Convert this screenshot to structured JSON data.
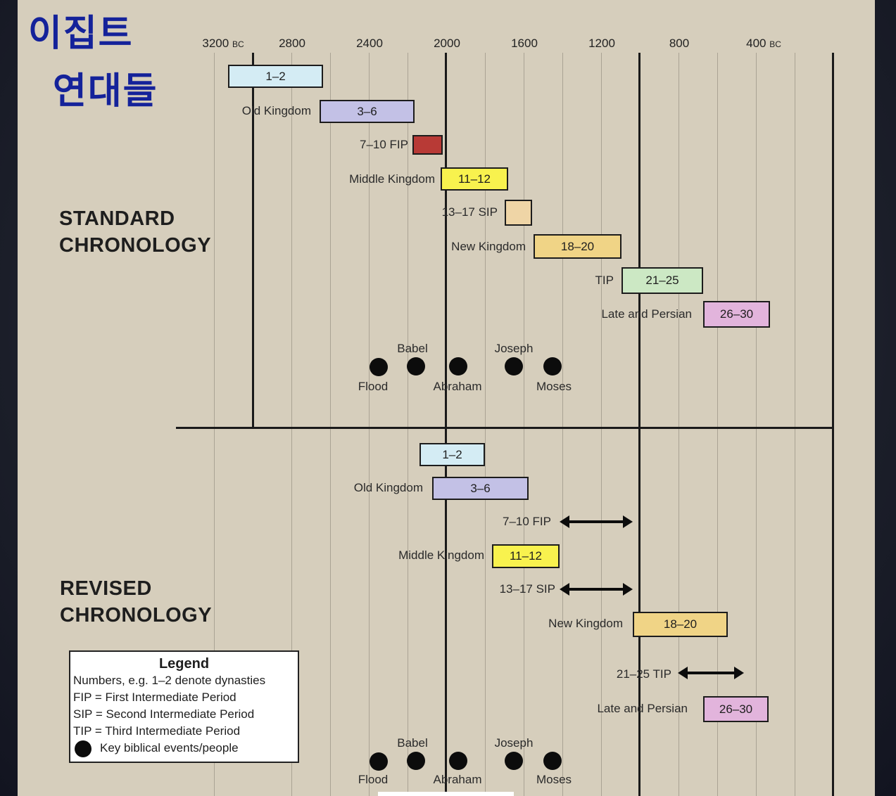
{
  "title": {
    "line1": "이집트",
    "line2": "연대들"
  },
  "axis_ticks": [
    {
      "year": "3200",
      "era": "BC"
    },
    {
      "year": "2800",
      "era": ""
    },
    {
      "year": "2400",
      "era": ""
    },
    {
      "year": "2000",
      "era": ""
    },
    {
      "year": "1600",
      "era": ""
    },
    {
      "year": "1200",
      "era": ""
    },
    {
      "year": "800",
      "era": ""
    },
    {
      "year": "400",
      "era": "BC"
    }
  ],
  "sections": {
    "standard": {
      "line1": "STANDARD",
      "line2": "CHRONOLOGY"
    },
    "revised": {
      "line1": "REVISED",
      "line2": "CHRONOLOGY"
    }
  },
  "colors": {
    "dyn_1_2": "#d4ecf4",
    "dyn_3_6": "#c3c1e6",
    "fip": "#b83a36",
    "dyn_11_12": "#f8f24e",
    "sip": "#efd5a6",
    "dyn_18_20": "#f0d486",
    "tip": "#cce8c4",
    "dyn_26_30": "#e2b4dc",
    "title_blue": "#14229a"
  },
  "standard_rows": [
    {
      "label": "",
      "box": "1–2",
      "color": "dyn_1_2"
    },
    {
      "label": "Old Kingdom",
      "box": "3–6",
      "color": "dyn_3_6"
    },
    {
      "label": "7–10  FIP",
      "box": "",
      "color": "fip"
    },
    {
      "label": "Middle Kingdom",
      "box": "11–12",
      "color": "dyn_11_12"
    },
    {
      "label": "13–17  SIP",
      "box": "",
      "color": "sip"
    },
    {
      "label": "New Kingdom",
      "box": "18–20",
      "color": "dyn_18_20"
    },
    {
      "label": "TIP",
      "box": "21–25",
      "color": "tip"
    },
    {
      "label": "Late and Persian",
      "box": "26–30",
      "color": "dyn_26_30"
    }
  ],
  "revised_rows": [
    {
      "label": "",
      "box": "1–2",
      "color": "dyn_1_2"
    },
    {
      "label": "Old Kingdom",
      "box": "3–6",
      "color": "dyn_3_6"
    },
    {
      "label": "7–10  FIP",
      "box": ""
    },
    {
      "label": "Middle Kingdom",
      "box": "11–12",
      "color": "dyn_11_12"
    },
    {
      "label": "13–17  SIP",
      "box": ""
    },
    {
      "label": "New Kingdom",
      "box": "18–20",
      "color": "dyn_18_20"
    },
    {
      "label": "21–25  TIP",
      "box": ""
    },
    {
      "label": "Late and Persian",
      "box": "26–30",
      "color": "dyn_26_30"
    }
  ],
  "events": {
    "upper": [
      "Babel",
      "Joseph"
    ],
    "lower": [
      "Flood",
      "Abraham",
      "Moses"
    ]
  },
  "legend": {
    "title": "Legend",
    "lines": [
      "Numbers, e.g. 1–2 denote dynasties",
      "FIP = First Intermediate Period",
      "SIP = Second Intermediate Period",
      "TIP = Third Intermediate Period"
    ],
    "dot_label": "Key biblical events/people"
  }
}
